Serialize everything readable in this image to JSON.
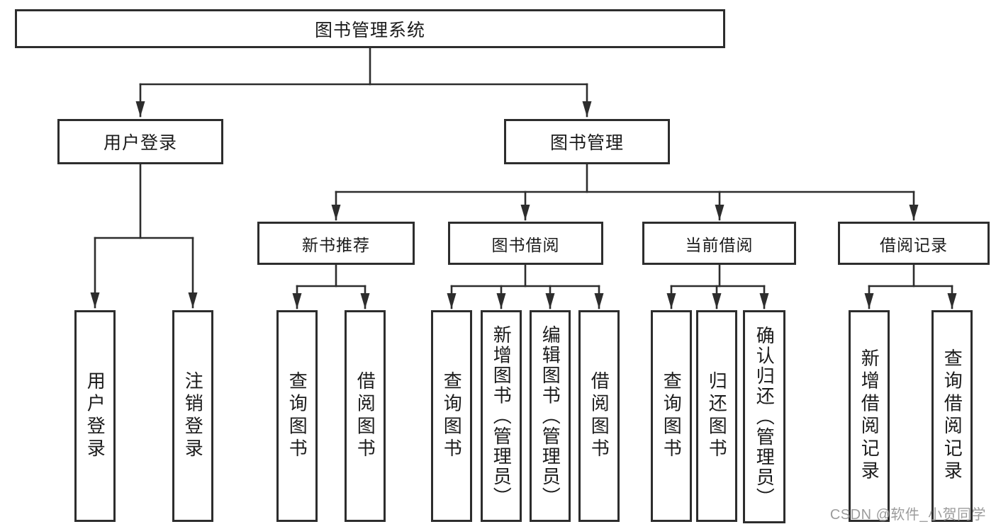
{
  "tree": {
    "root": {
      "label": "图书管理系统"
    },
    "branches": [
      {
        "label": "用户登录",
        "children": [
          {
            "label": "用户登录"
          },
          {
            "label": "注销登录"
          }
        ]
      },
      {
        "label": "图书管理",
        "groups": [
          {
            "label": "新书推荐",
            "children": [
              {
                "label": "查询图书"
              },
              {
                "label": "借阅图书"
              }
            ]
          },
          {
            "label": "图书借阅",
            "children": [
              {
                "label": "查询图书"
              },
              {
                "label": "新增图书（管理员）"
              },
              {
                "label": "编辑图书（管理员）"
              },
              {
                "label": "借阅图书"
              }
            ]
          },
          {
            "label": "当前借阅",
            "children": [
              {
                "label": "查询图书"
              },
              {
                "label": "归还图书"
              },
              {
                "label": "确认归还（管理员）"
              }
            ]
          },
          {
            "label": "借阅记录",
            "children": [
              {
                "label": "新增借阅记录"
              },
              {
                "label": "查询借阅记录"
              }
            ]
          }
        ]
      }
    ]
  },
  "watermark": {
    "text": "CSDN @软件_小贺同学"
  },
  "colors": {
    "line": "#2d2d2d",
    "box_border": "#2d2d2d",
    "text": "#1b1b1b",
    "watermark": "#9c9c9c",
    "background": "#ffffff"
  }
}
